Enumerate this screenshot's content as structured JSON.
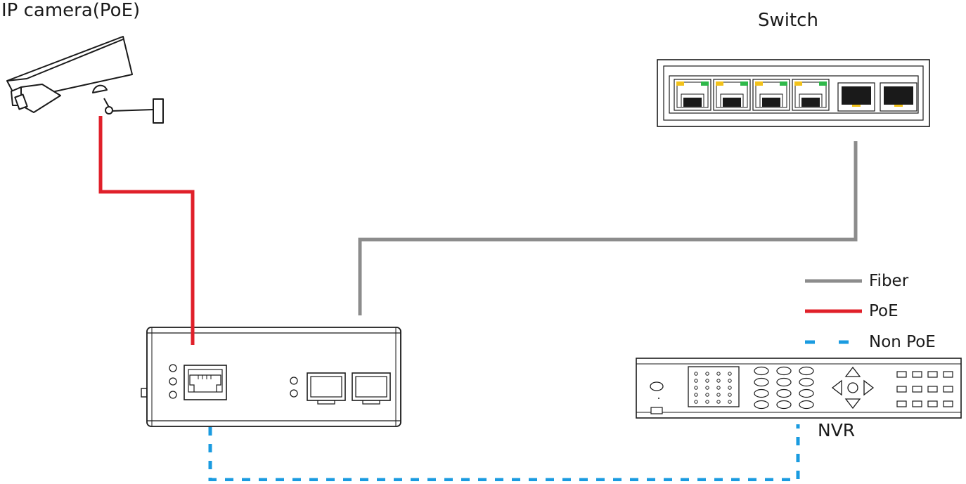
{
  "labels": {
    "ip_camera": "IP camera(PoE)",
    "switch": "Switch",
    "nvr": "NVR"
  },
  "legend": {
    "fiber": "Fiber",
    "poe": "PoE",
    "non_poe": "Non PoE"
  },
  "colors": {
    "fiber": "#8c8c8c",
    "poe": "#e0202a",
    "non_poe": "#1a9be0",
    "outline": "#1a1a1a",
    "led_yellow": "#f2c21b",
    "led_green": "#2fb84a"
  },
  "switch_ports": {
    "rj45_count": 4,
    "sfp_count": 2
  }
}
